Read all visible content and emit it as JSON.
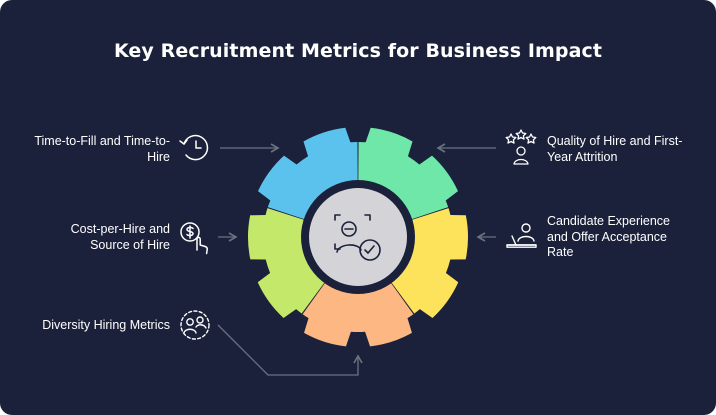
{
  "title": "Key Recruitment Metrics for Business Impact",
  "metrics": {
    "time_to_fill": {
      "label_line1": "Time-to-Fill and Time-to-",
      "label_line2": "Hire",
      "icon": "clock-history-icon"
    },
    "cost_per_hire": {
      "label_line1": "Cost-per-Hire and",
      "label_line2": "Source of Hire",
      "icon": "dollar-hand-icon"
    },
    "diversity": {
      "label": "Diversity Hiring Metrics",
      "icon": "diverse-people-icon"
    },
    "quality_of_hire": {
      "label_line1": "Quality of Hire and First-",
      "label_line2": "Year Attrition",
      "icon": "star-rating-person-icon"
    },
    "candidate_experience": {
      "label_line1": "Candidate Experience",
      "label_line2": "and Offer Acceptance",
      "label_line3": "Rate",
      "icon": "person-laptop-icon"
    }
  },
  "center_icon": "candidate-verification-icon",
  "colors": {
    "background": "#1b213a",
    "segment_blue": "#5bc2ee",
    "segment_green": "#6ee7a8",
    "segment_yellow": "#fce35b",
    "segment_orange": "#fdb782",
    "segment_lime": "#c4e86a",
    "hub": "#d4d4d8",
    "hub_ring": "#1b213a",
    "arrow": "#6b7280"
  }
}
